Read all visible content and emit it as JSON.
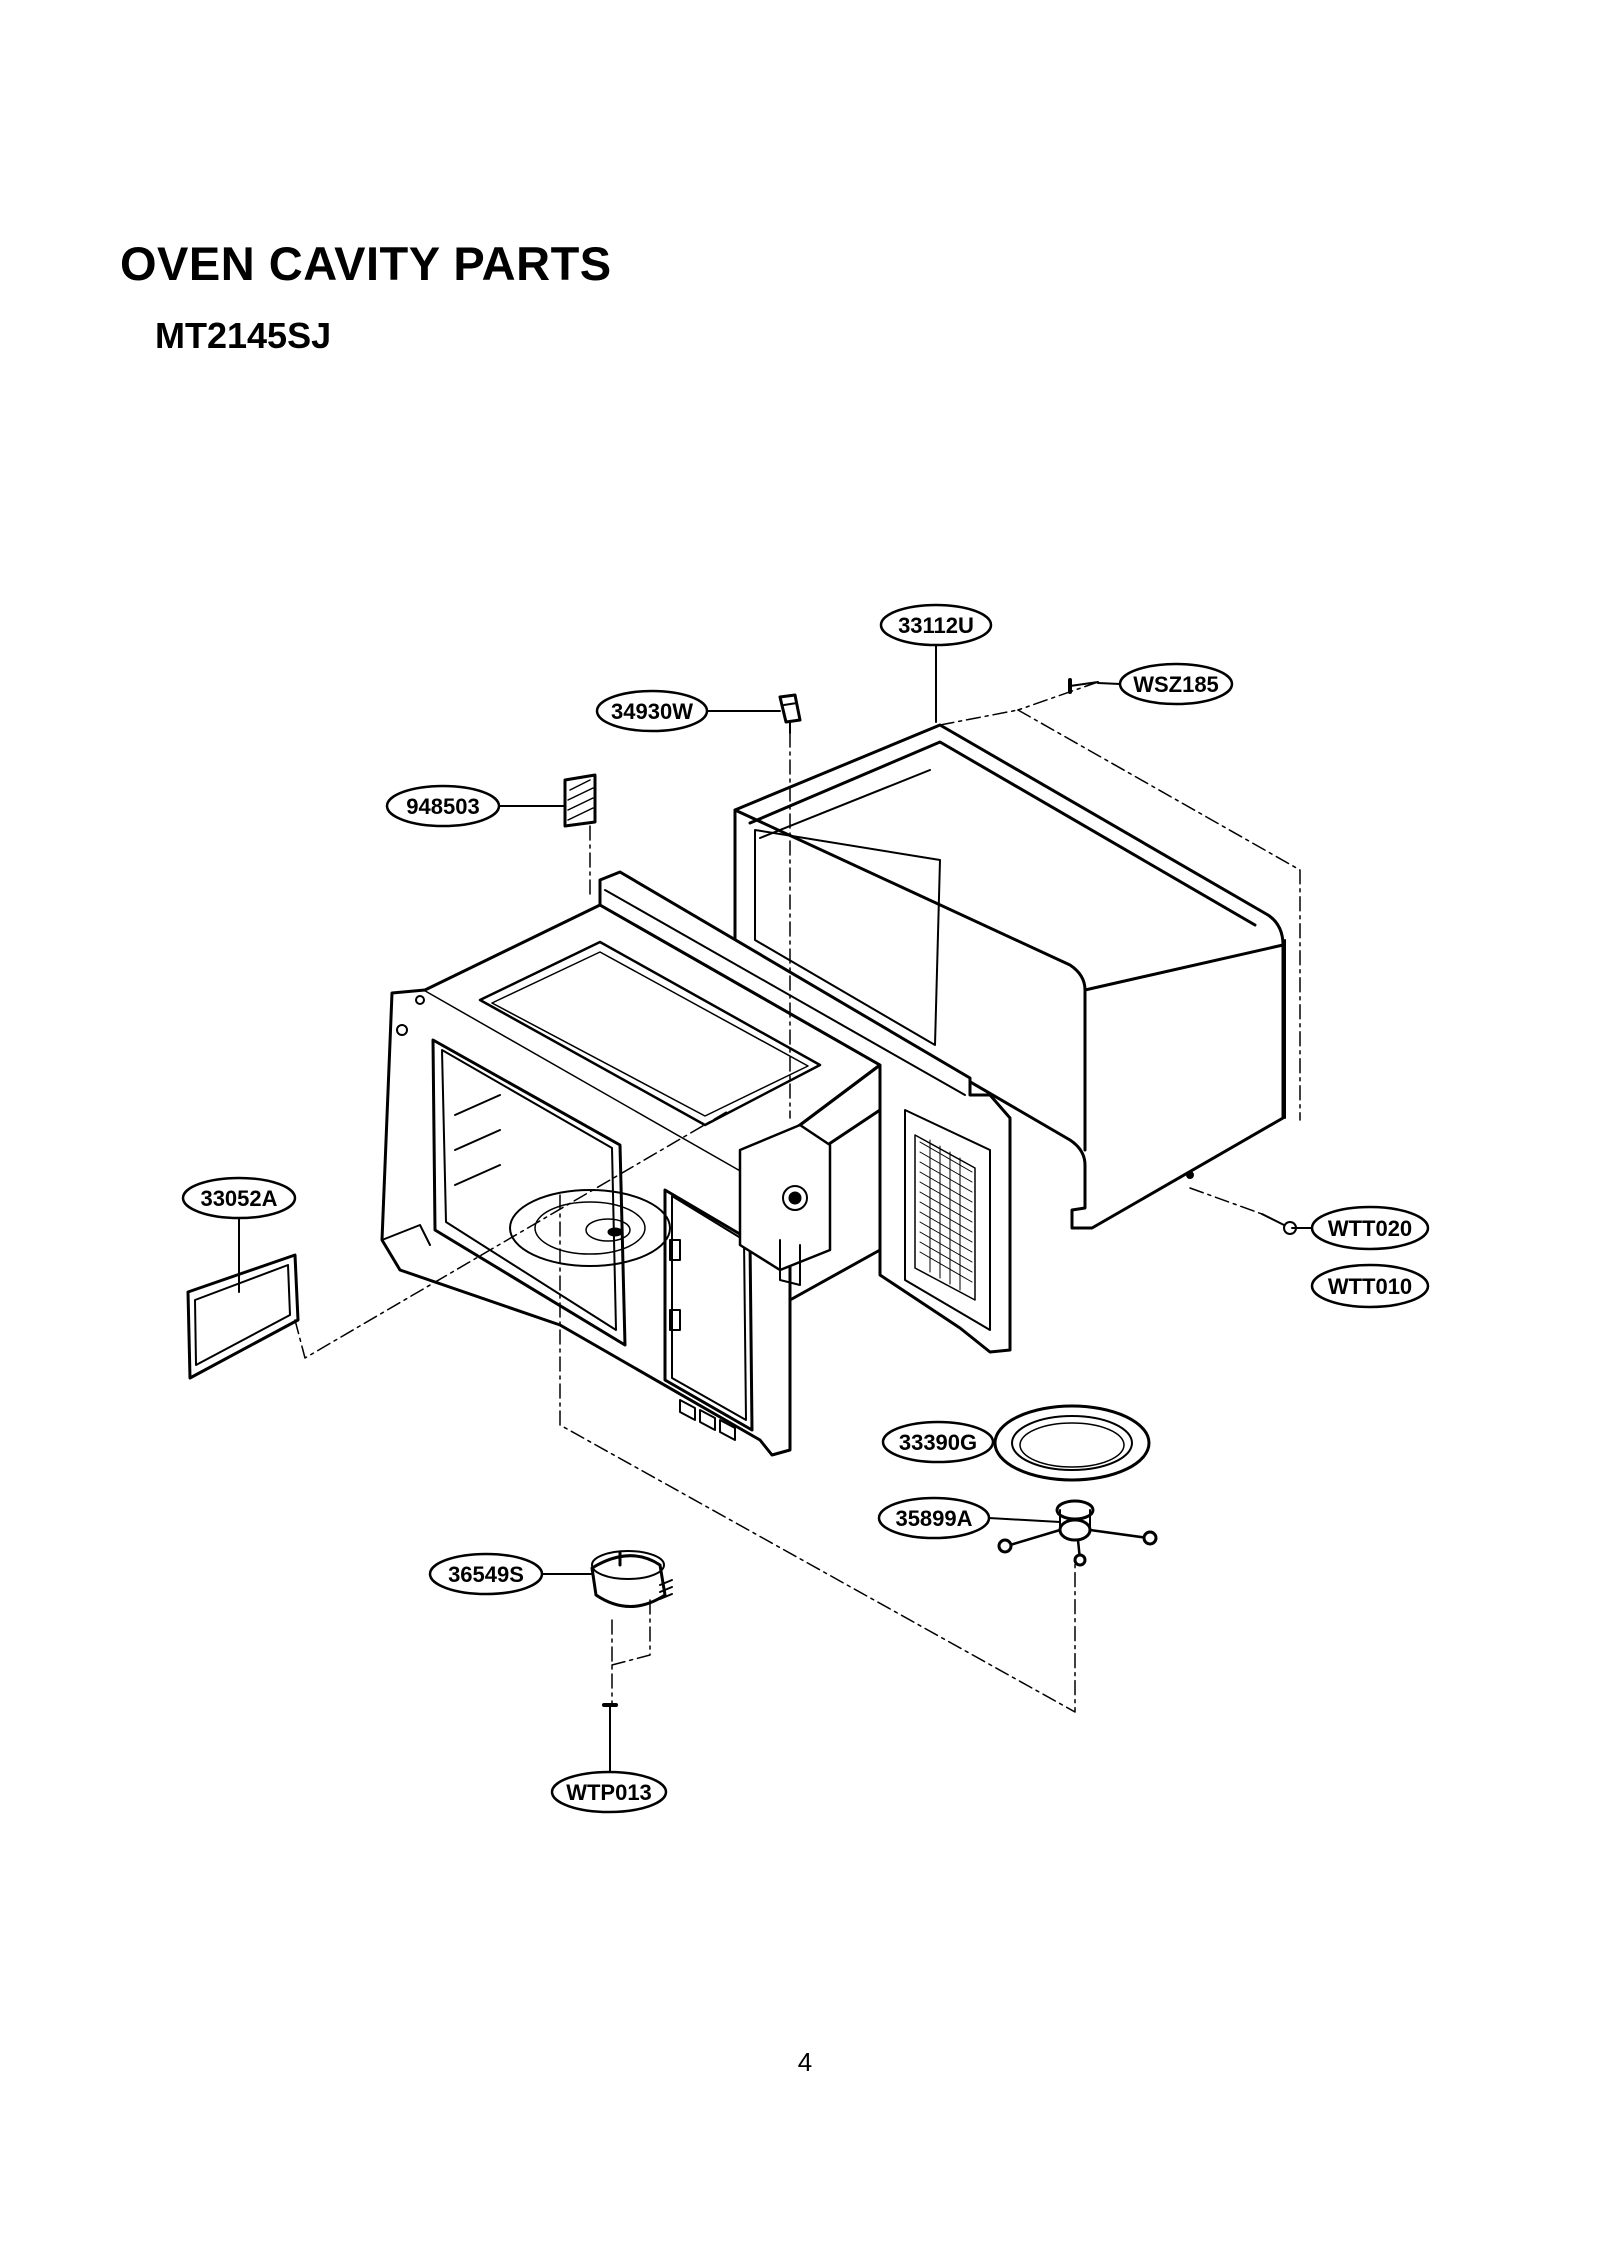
{
  "page": {
    "title": "OVEN CAVITY PARTS",
    "model": "MT2145SJ",
    "page_number": "4"
  },
  "parts": {
    "p33112U": "33112U",
    "pWSZ185": "WSZ185",
    "p34930W": "34930W",
    "p948503": "948503",
    "p33052A": "33052A",
    "pWTT020": "WTT020",
    "pWTT010": "WTT010",
    "p33390G": "33390G",
    "p35899A": "35899A",
    "p36549S": "36549S",
    "pWTP013": "WTP013"
  }
}
